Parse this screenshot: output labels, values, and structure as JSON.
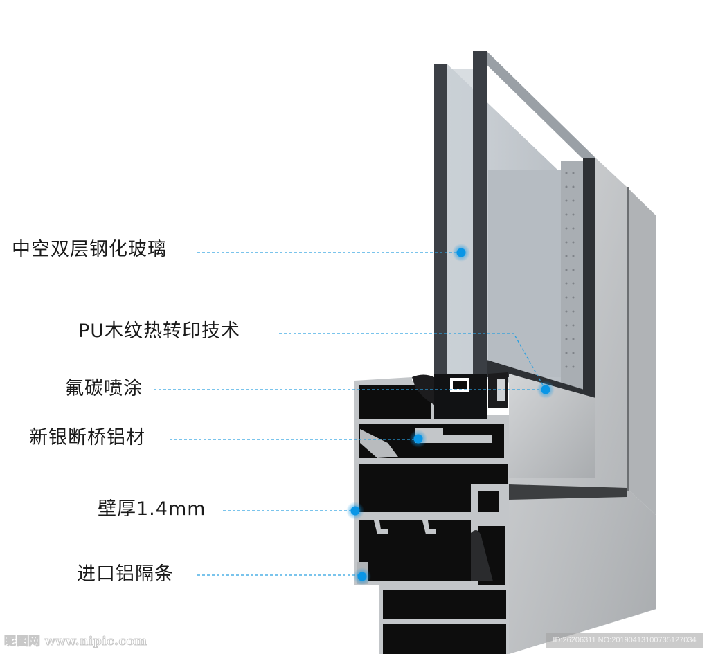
{
  "callouts": [
    {
      "id": "insulated-glass",
      "text": "中空双层钢化玻璃"
    },
    {
      "id": "pu-wood-grain",
      "text": "PU木纹热转印技术"
    },
    {
      "id": "fluorocarbon-coating",
      "text": "氟碳喷涂"
    },
    {
      "id": "thermal-break-aluminum",
      "text": "新银断桥铝材"
    },
    {
      "id": "wall-thickness",
      "text": "壁厚1.4mm"
    },
    {
      "id": "imported-spacer",
      "text": "进口铝隔条"
    }
  ],
  "colors": {
    "accent_dot": "#0a96e6",
    "leader_line": "#2aa0e0",
    "aluminum": "#b9bcbf",
    "cavity": "#0d0d0d",
    "glass": "#c4cad0",
    "glass_edge": "#3a3e44"
  },
  "watermark": {
    "site": "昵图网 www.nipic.com",
    "id_line": "ID:26206311 NO:20190413100735127034"
  }
}
